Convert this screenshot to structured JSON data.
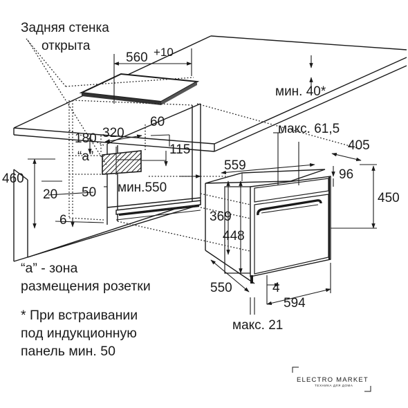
{
  "labels": {
    "back_wall_line1": "Задняя стенка",
    "back_wall_line2": "открыта",
    "dim_560": "560",
    "dim_560_sup": "+10",
    "min_40": "мин. 40*",
    "max_615": "макс. 61,5",
    "dim_405": "405",
    "dim_180": "180",
    "dim_320": "320",
    "dim_60": "60",
    "zone_a": "“a”",
    "dim_115": "115",
    "dim_559": "559",
    "dim_96": "96",
    "dim_460": "460",
    "min_550": "мин.550",
    "dim_450": "450",
    "dim_20": "20",
    "dim_50": "50",
    "dim_369": "369",
    "dim_448": "448",
    "dim_6": "6",
    "dim_550": "550",
    "dim_4": "4",
    "dim_594": "594",
    "max_21": "макс. 21"
  },
  "notes": {
    "zone_line1": "“a” - зона",
    "zone_line2": "размещения розетки",
    "star_line1": "* При встраивании",
    "star_line2": "под индукционную",
    "star_line3": "панель мин. 50"
  },
  "logo": {
    "brand": "ELECTRO MARKET",
    "tagline": "ТЕХНИКА ДЛЯ ДОМА"
  }
}
